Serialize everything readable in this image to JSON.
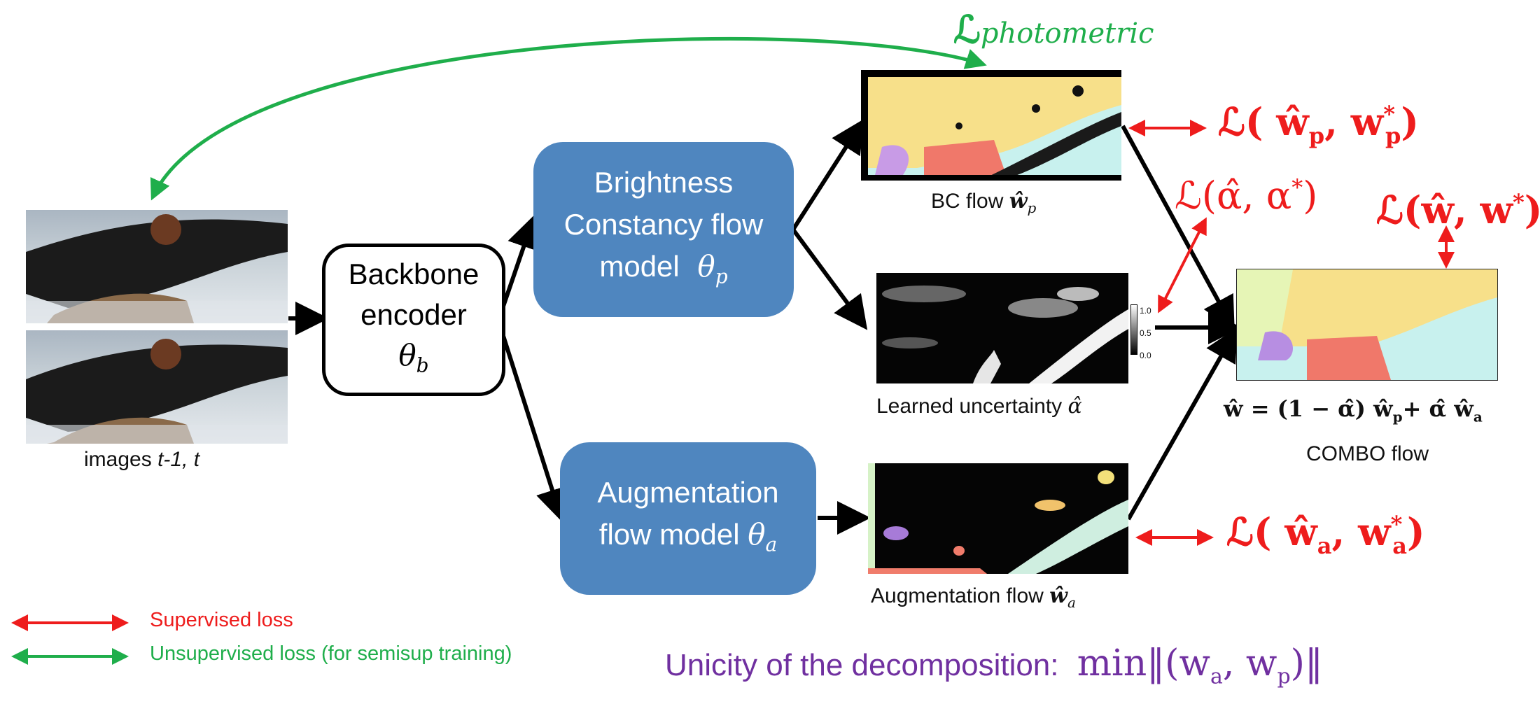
{
  "colors": {
    "supervised": "#ee1c1c",
    "unsupervised": "#1fae4b",
    "model_box": "#4f86bf",
    "purple": "#7030a0"
  },
  "photometric_loss": "ℒ",
  "photometric_sub": "photometric",
  "inputs": {
    "caption_prefix": "images",
    "caption_frames": "t-1, t"
  },
  "backbone": {
    "line1": "Backbone",
    "line2": "encoder",
    "symbol": "θ",
    "sub": "b"
  },
  "bc_model": {
    "line1": "Brightness",
    "line2": "Constancy flow",
    "line3": "model",
    "symbol": "θ",
    "sub": "p"
  },
  "aug_model": {
    "line1": "Augmentation",
    "line2": "flow model",
    "symbol": "θ",
    "sub": "a"
  },
  "bc_flow": {
    "caption_text": "BC flow",
    "symbol": "ŵ",
    "sub": "p"
  },
  "uncertainty": {
    "caption_text": "Learned uncertainty",
    "symbol": "α̂",
    "colorbar_ticks": [
      "1.0",
      "0.5",
      "0.0"
    ]
  },
  "aug_flow": {
    "caption_text": "Augmentation flow",
    "symbol": "ŵ",
    "sub": "a"
  },
  "combo": {
    "equation": "ŵ = (1 − α̂) ŵ",
    "eq_p_sub": "p",
    "eq_mid": "+ α̂ ŵ",
    "eq_a_sub": "a",
    "caption": "COMBO flow"
  },
  "losses": {
    "wp": {
      "prefix": "ℒ( ŵ",
      "sub": "p",
      "mid": ", w",
      "sup": "*",
      "sub2": "p",
      "close": ")"
    },
    "alpha": {
      "text": "ℒ(α̂, α",
      "sup": "*",
      "close": ")"
    },
    "w": {
      "text": "ℒ(ŵ, w",
      "sup": "*",
      "close": ")"
    },
    "wa": {
      "prefix": "ℒ( ŵ",
      "sub": "a",
      "mid": ", w",
      "sup": "*",
      "sub2": "a",
      "close": ")"
    }
  },
  "legend": {
    "supervised": "Supervised loss",
    "unsupervised": "Unsupervised loss (for semisup training)"
  },
  "unicity": {
    "text": "Unicity of the decomposition:",
    "formula": "min‖(w",
    "sub_a": "a",
    "mid": ", w",
    "sub_p": "p",
    "close": ")‖"
  }
}
